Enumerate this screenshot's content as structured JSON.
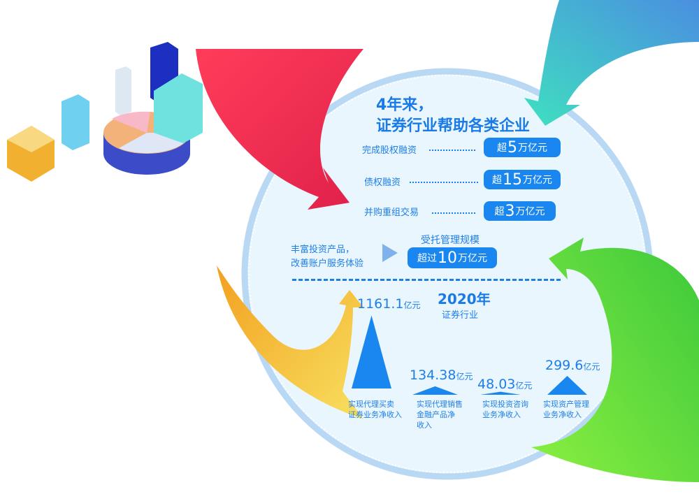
{
  "headline": {
    "line1": "4年来，",
    "line2": "证券行业帮助各类企业"
  },
  "rows": [
    {
      "label": "完成股权融资",
      "prefix": "超",
      "number": "5",
      "unit": "万亿元"
    },
    {
      "label": "债权融资",
      "prefix": "超",
      "number": "15",
      "unit": "万亿元"
    },
    {
      "label": "并购重组交易",
      "prefix": "超",
      "number": "3",
      "unit": "万亿元"
    }
  ],
  "custody": {
    "left_line1": "丰富投资产品，",
    "left_line2": "改善账户服务体验",
    "title": "受托管理规模",
    "prefix": "超过",
    "number": "10",
    "unit": "万亿元"
  },
  "year_title": "2020年",
  "year_subtitle": "证券行业",
  "colors": {
    "primary": "#1a86f0",
    "circle": "#e9f6fd",
    "ring": "#b9d8f4"
  },
  "chart_data": {
    "type": "triangle-bar",
    "unit": "亿元",
    "categories": [
      {
        "line1": "实现代理买卖",
        "line2": "证券业务净收入",
        "line3": ""
      },
      {
        "line1": "实现代理销售",
        "line2": "金融产品净",
        "line3": "收入"
      },
      {
        "line1": "实现投资咨询",
        "line2": "业务净收入",
        "line3": ""
      },
      {
        "line1": "实现资产管理",
        "line2": "业务净收入",
        "line3": ""
      }
    ],
    "labels": [
      "1161.1",
      "134.38",
      "48.03",
      "299.6"
    ],
    "values": [
      1161.1,
      134.38,
      48.03,
      299.6
    ]
  }
}
